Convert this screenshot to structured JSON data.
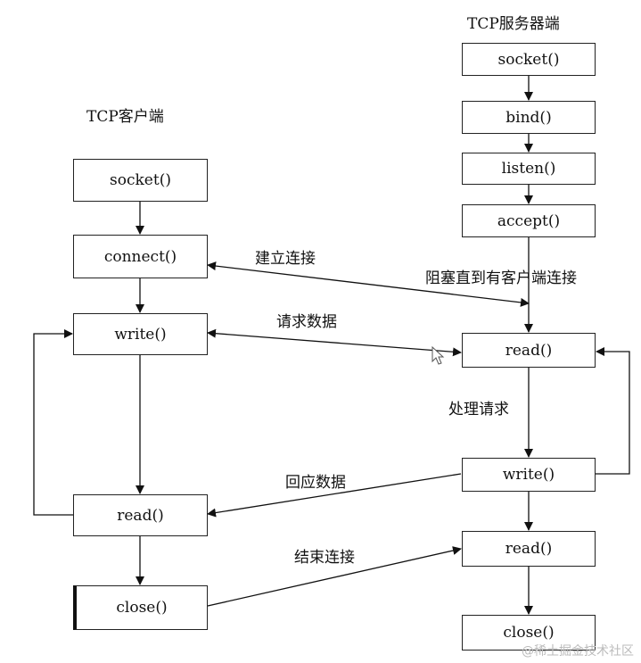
{
  "client": {
    "title": "TCP客户端",
    "socket": "socket()",
    "connect": "connect()",
    "write": "write()",
    "read": "read()",
    "close": "close()"
  },
  "server": {
    "title": "TCP服务器端",
    "socket": "socket()",
    "bind": "bind()",
    "listen": "listen()",
    "accept": "accept()",
    "read": "read()",
    "write": "write()",
    "read2": "read()",
    "close": "close()"
  },
  "edges": {
    "establish": "建立连接",
    "block": "阻塞直到有客户端连接",
    "request": "请求数据",
    "process": "处理请求",
    "response": "回应数据",
    "end": "结束连接"
  },
  "watermark": "@稀土掘金技术社区"
}
